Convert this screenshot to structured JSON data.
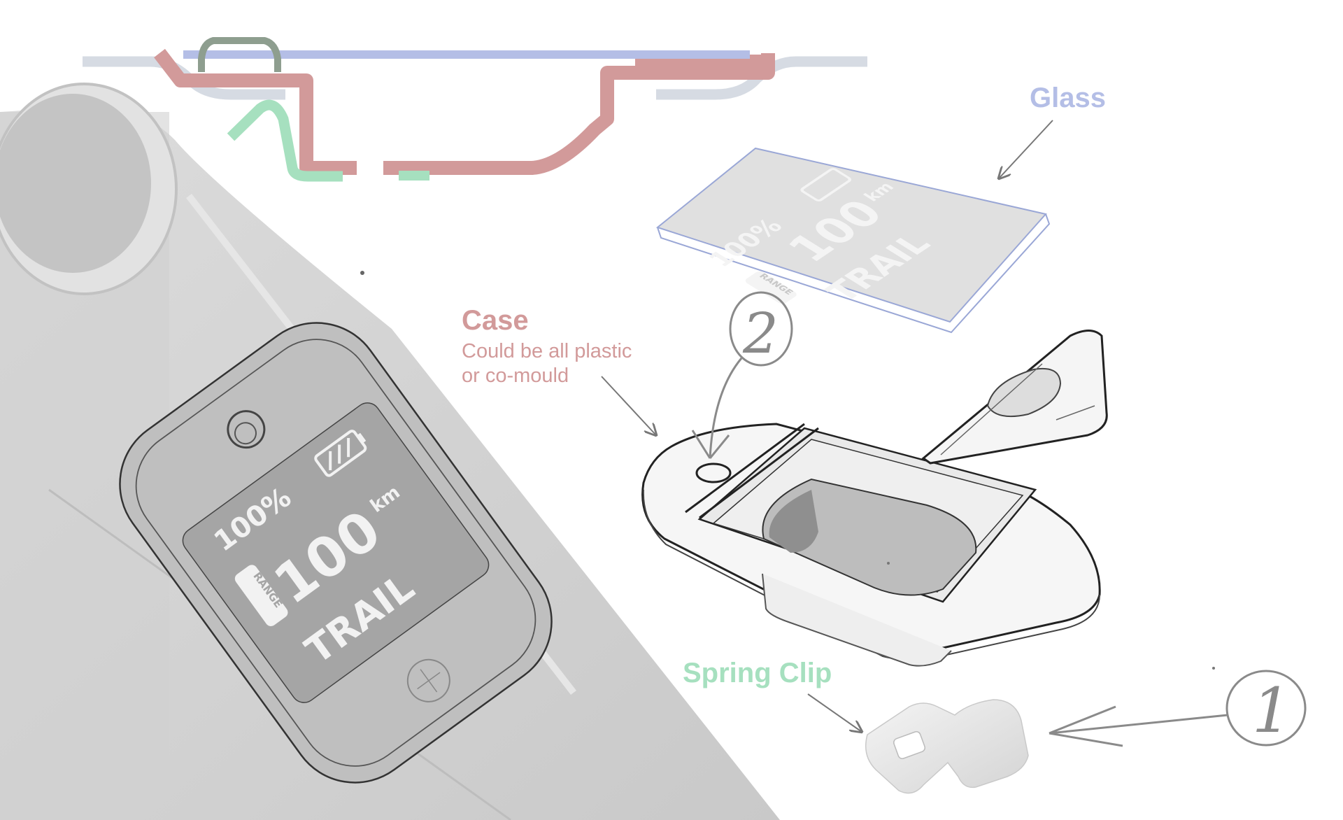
{
  "labels": {
    "glass": "Glass",
    "case": "Case",
    "case_note_line1": "Could be all plastic",
    "case_note_line2": "or co-mould",
    "spring_clip": "Spring Clip"
  },
  "display": {
    "battery_percent": "100%",
    "range_badge": "RANGE",
    "range_value": "100",
    "range_unit": "km",
    "mode": "TRAIL"
  },
  "callouts": {
    "one": "1",
    "two": "2"
  },
  "colors": {
    "glass": "#b4bee6",
    "case": "#d29a9a",
    "spring_clip": "#a6e0bf",
    "frame": "#d3d3d3",
    "sketch_line": "#3c3c3c",
    "callout": "#8a8a8a"
  },
  "icons": {
    "battery": "battery-full-icon"
  }
}
